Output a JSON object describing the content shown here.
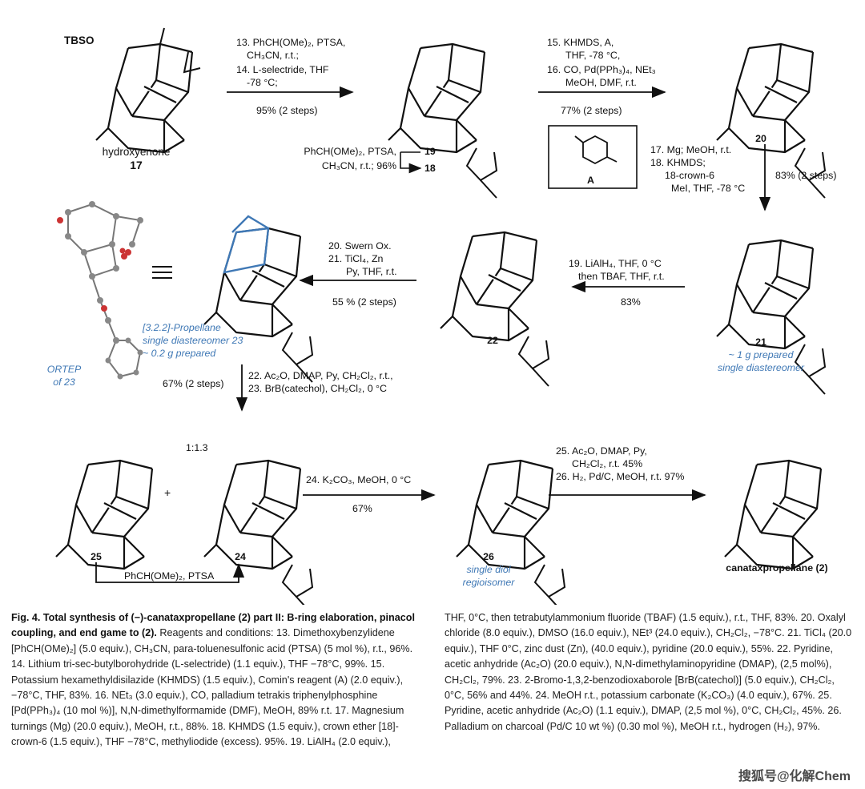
{
  "compounds": {
    "c17": {
      "name": "hydroxyenone",
      "number": "17"
    },
    "c20": "20",
    "c21": "21",
    "c21_note": "~ 1 g prepared",
    "c21_note2": "single diastereomer",
    "c22": "22",
    "c23_note1": "[3.2.2]-Propellane",
    "c23_note2": "single diastereomer 23",
    "c23_note3": "~ 0.2 g prepared",
    "ortep": "ORTEP",
    "ortep2": "of 23",
    "c25": "25",
    "c24": "24",
    "ratio": "1:1.3",
    "c26": "26",
    "c26_note1": "single diol",
    "c26_note2": "regioisomer",
    "final": "canataxpropellane (2)"
  },
  "reagents": {
    "r13": "13. PhCH(OMe)₂, PTSA,",
    "r13b": "CH₃CN, r.t.;",
    "r14": "14. L-selectride, THF",
    "r14b": "-78 °C;",
    "y1314": "95% (2 steps)",
    "side1": "PhCH(OMe)₂, PTSA,",
    "side1b": "CH₃CN, r.t.; 96%",
    "side19": "19",
    "side18": "18",
    "r15": "15.  KHMDS, A,",
    "r15b": "THF, -78 °C,",
    "r16": "16. CO, Pd(PPh₃)₄, NEt₃",
    "r16b": "MeOH, DMF, r.t.",
    "y1516": "77% (2 steps)",
    "boxA": "A",
    "r17": "17. Mg; MeOH, r.t.",
    "r18": "18. KHMDS;",
    "r18b": "18-crown-6",
    "r18c": "MeI, THF, -78 °C",
    "y1718": "83% (2 steps)",
    "r19": "19. LiAlH₄, THF, 0 °C",
    "r19b": "then TBAF, THF, r.t.",
    "y19": "83%",
    "r20": "20. Swern Ox.",
    "r21": "21. TiCl₄, Zn",
    "r21b": "Py, THF, r.t.",
    "y2021": "55 % (2 steps)",
    "r22": "22. Ac₂O, DMAP, Py, CH₂Cl₂, r.t.,",
    "r23": "23. BrB(catechol), CH₂Cl₂, 0 °C",
    "y2223": "67% (2 steps)",
    "r24": "24. K₂CO₃, MeOH, 0 °C",
    "y24": "67%",
    "r25": "25. Ac₂O, DMAP, Py,",
    "r25b": "CH₂Cl₂, r.t. 45%",
    "r26": "26. H₂, Pd/C, MeOH, r.t. 97%",
    "recycle": "PhCH(OMe)₂, PTSA"
  },
  "caption": {
    "title": "Fig. 4. Total synthesis of (−)-canataxpropellane (2) part II: B-ring elaboration, pinacol coupling, and end game to (2).",
    "left": "Reagents and conditions: 13. Dimethoxybenzylidene [PhCH(OMe)₂] (5.0 equiv.), CH₃CN, para-toluenesulfonic acid (PTSA) (5 mol %), r.t., 96%. 14. Lithium tri-sec-butylborohydride (L-selectride) (1.1 equiv.), THF −78°C, 99%. 15. Potassium hexamethyldisilazide (KHMDS) (1.5 equiv.), Comin's reagent (A) (2.0 equiv.), −78°C, THF, 83%. 16. NEt₃ (3.0 equiv.), CO, palladium tetrakis triphenylphosphine [Pd(PPh₃)₄ (10 mol %)], N,N-dimethylformamide (DMF), MeOH, 89% r.t. 17. Magnesium turnings (Mg) (20.0 equiv.), MeOH, r.t., 88%. 18. KHMDS (1.5 equiv.), crown ether [18]-crown-6 (1.5 equiv.), THF −78°C, methyliodide (excess). 95%. 19. LiAlH₄ (2.0 equiv.),",
    "right": "THF, 0°C, then tetrabutylammonium fluoride (TBAF) (1.5 equiv.), r.t., THF, 83%. 20. Oxalyl chloride (8.0 equiv.), DMSO (16.0 equiv.), NEt³ (24.0 equiv.), CH₂Cl₂, −78°C. 21. TiCl₄ (20.0 equiv.), THF 0°C, zinc dust (Zn), (40.0 equiv.), pyridine (20.0 equiv.), 55%. 22. Pyridine, acetic anhydride (Ac₂O) (20.0 equiv.), N,N-dimethylaminopyridine (DMAP), (2,5 mol%), CH₂Cl₂, 79%. 23. 2-Bromo-1,3,2-benzodioxaborole [BrB(catechol)] (5.0 equiv.), CH₂Cl₂, 0°C, 56% and 44%. 24. MeOH r.t., potassium carbonate (K₂CO₃) (4.0 equiv.), 67%. 25. Pyridine, acetic anhydride (Ac₂O) (1.1 equiv.), DMAP, (2,5 mol %), 0°C, CH₂Cl₂, 45%. 26. Palladium on charcoal (Pd/C 10 wt %) (0.30 mol %), MeOH r.t., hydrogen (H₂), 97%."
  },
  "watermark": "搜狐号@化解Chem"
}
